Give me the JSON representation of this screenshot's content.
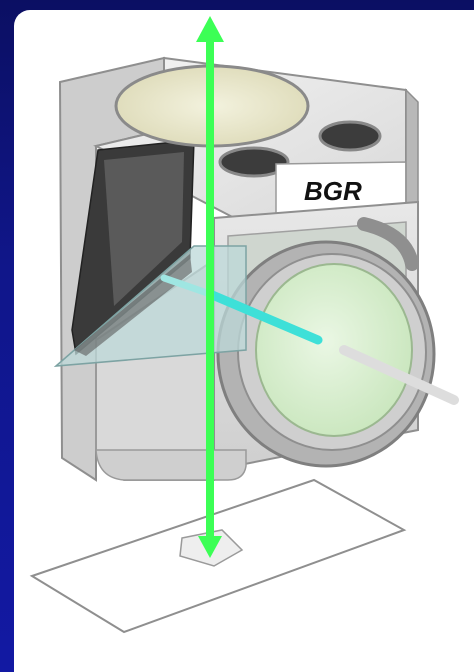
{
  "diagram": {
    "cube_label": "BGR",
    "colors": {
      "background": "#10168a",
      "panel": "#ffffff",
      "cube_light": "#e6e6e6",
      "cube_mid": "#cfcfcf",
      "cube_dark": "#9a9a9a",
      "emission_beam": "#3cff55",
      "excitation_beam": "#3ee0d8",
      "filter_tint": "#d9f0cf",
      "dichroic_mirror": "#bcd8d8"
    },
    "icons": [
      "filter-cube",
      "dichroic-mirror",
      "excitation-filter",
      "emission-filter",
      "specimen-slide",
      "light-beam-arrow"
    ]
  }
}
